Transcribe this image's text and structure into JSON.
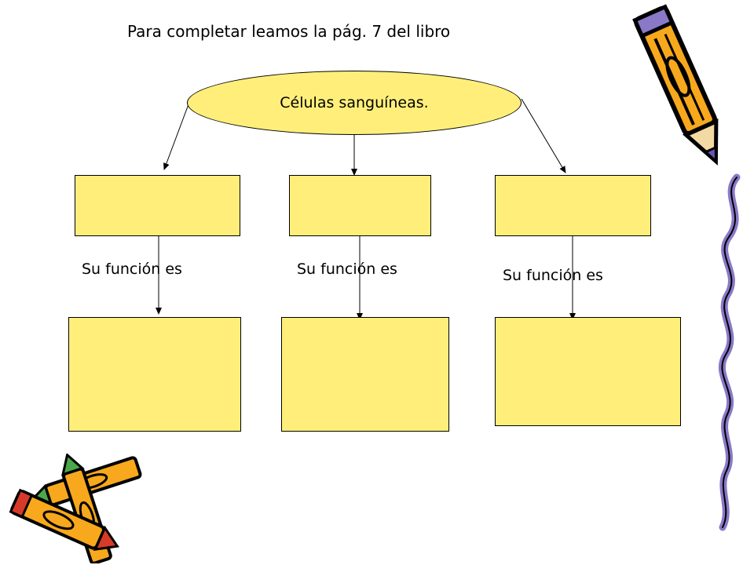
{
  "title": "Para completar leamos la pág. 7 del libro",
  "root": {
    "label": "Células sanguíneas."
  },
  "function_labels": [
    "Su función es",
    "Su función es",
    "Su función es"
  ],
  "colors": {
    "fill": "#ffef7a",
    "stroke": "#000000"
  },
  "decorations": [
    "pencil-icon",
    "crayon-icon",
    "squiggle-line"
  ]
}
